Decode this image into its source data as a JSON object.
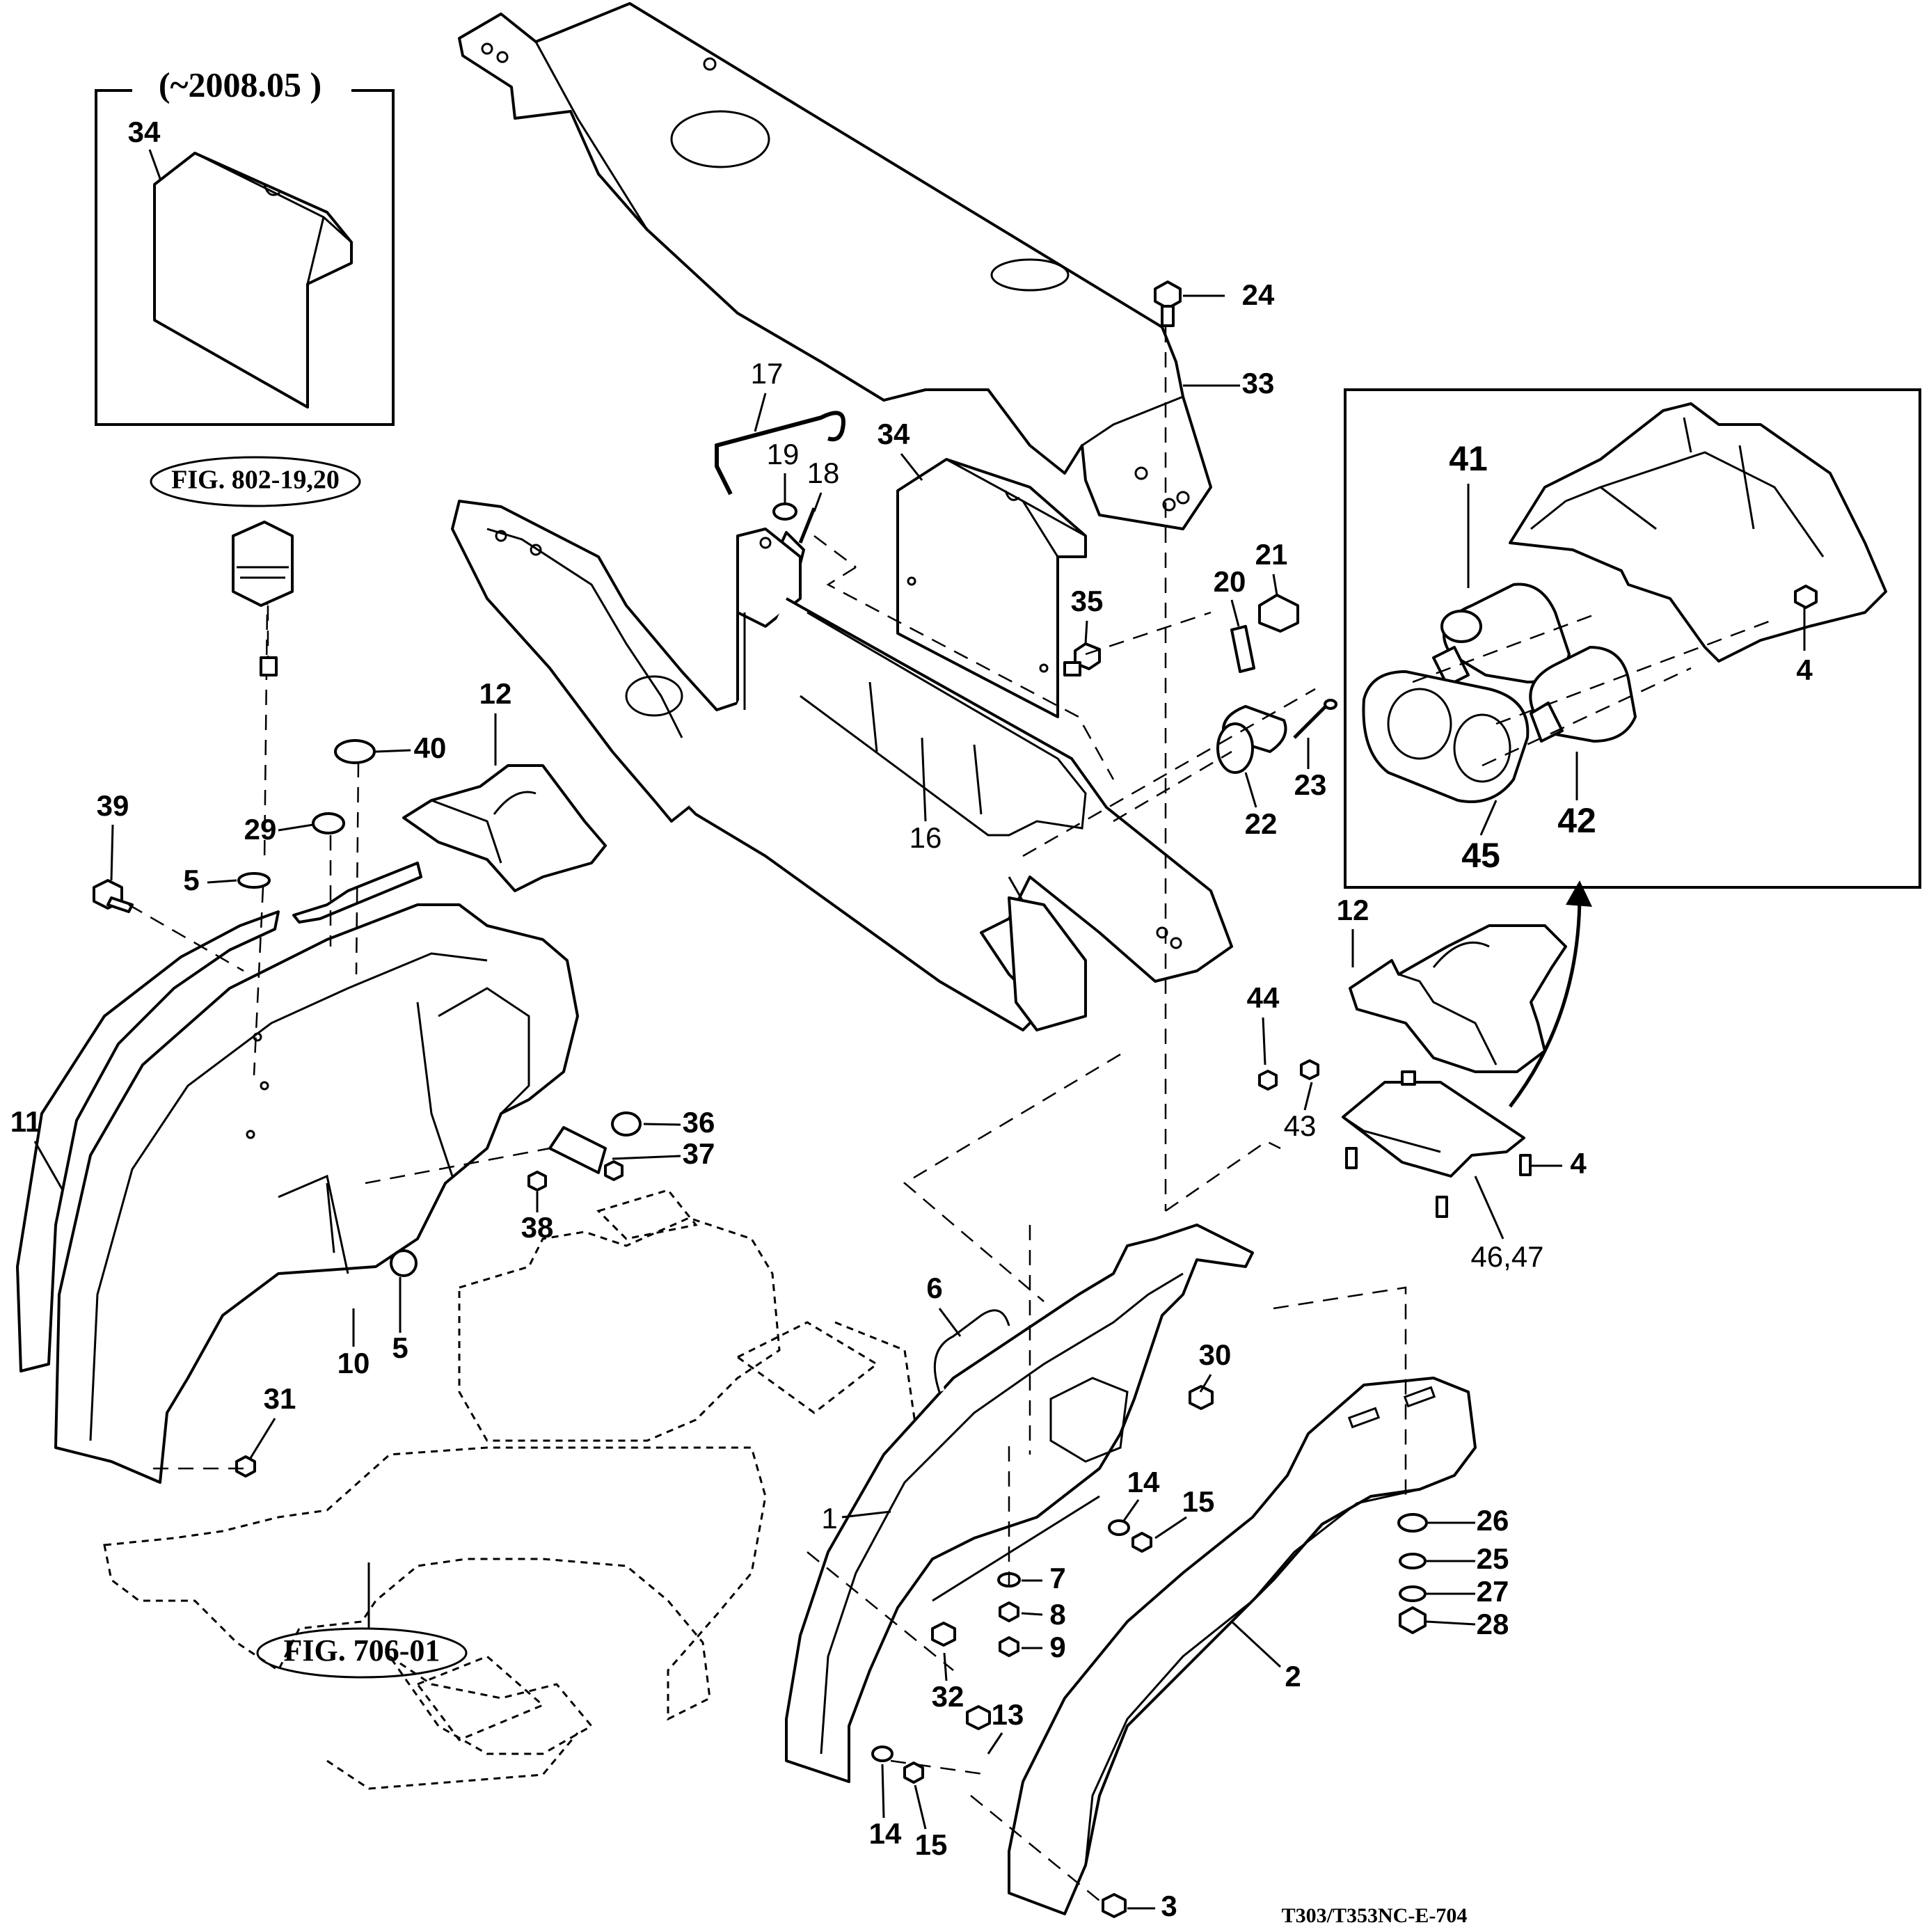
{
  "inset_top_left": {
    "title": "(~2008.05 )",
    "part": "34"
  },
  "inset_right": {
    "parts": [
      "41",
      "42",
      "45",
      "4"
    ]
  },
  "references": {
    "fig_802": "FIG. 802-19,20",
    "fig_706": "FIG. 706-01"
  },
  "drawing_code": "T303/T353NC-E-704",
  "callouts": {
    "c1": "1",
    "c2": "2",
    "c3": "3",
    "c4a": "4",
    "c4b": "4",
    "c5a": "5",
    "c5b": "5",
    "c6": "6",
    "c7": "7",
    "c8": "8",
    "c9": "9",
    "c10": "10",
    "c11": "11",
    "c12a": "12",
    "c12b": "12",
    "c13": "13",
    "c14a": "14",
    "c14b": "14",
    "c15a": "15",
    "c15b": "15",
    "c16": "16",
    "c17": "17",
    "c18": "18",
    "c19": "19",
    "c20": "20",
    "c21": "21",
    "c22": "22",
    "c23": "23",
    "c24": "24",
    "c25": "25",
    "c26": "26",
    "c27": "27",
    "c28": "28",
    "c29": "29",
    "c30": "30",
    "c31": "31",
    "c32": "32",
    "c33": "33",
    "c34": "34",
    "c35": "35",
    "c36": "36",
    "c37": "37",
    "c38": "38",
    "c39": "39",
    "c40": "40",
    "c43": "43",
    "c44": "44",
    "c46": "46,47"
  }
}
